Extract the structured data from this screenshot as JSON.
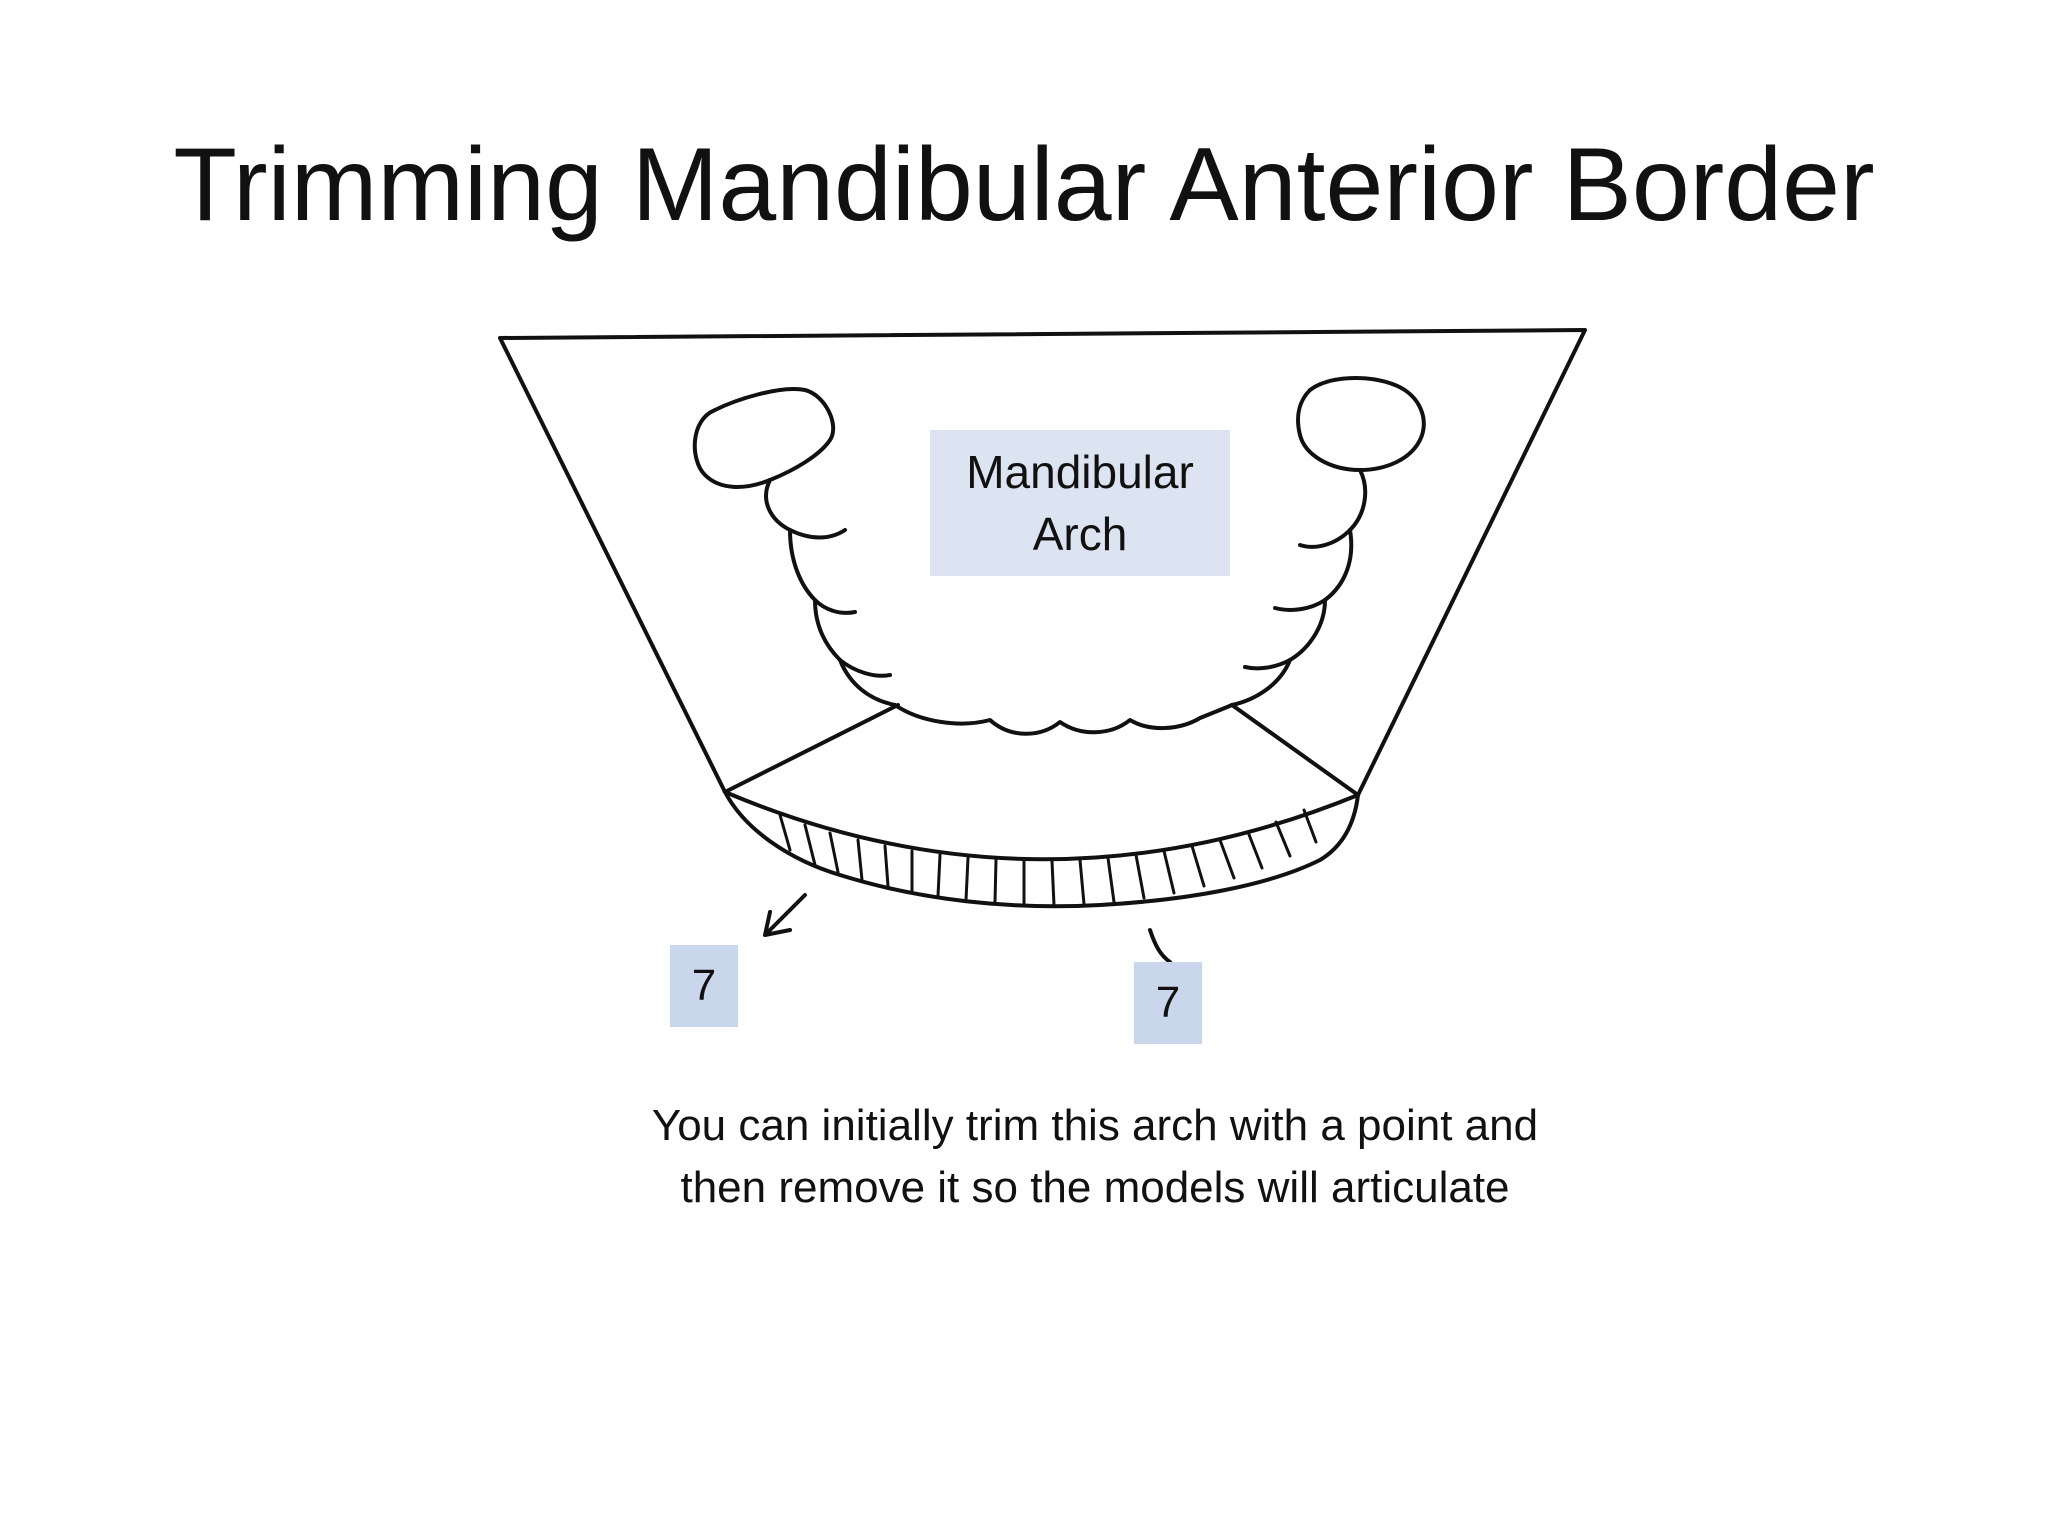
{
  "slide": {
    "title": "Trimming Mandibular Anterior Border"
  },
  "labels": {
    "arch_line1": "Mandibular",
    "arch_line2": "Arch",
    "number_left": "7",
    "number_right": "7"
  },
  "caption": {
    "line1": "You can initially trim this arch with a point and",
    "line2": "then remove it so the models will articulate"
  }
}
